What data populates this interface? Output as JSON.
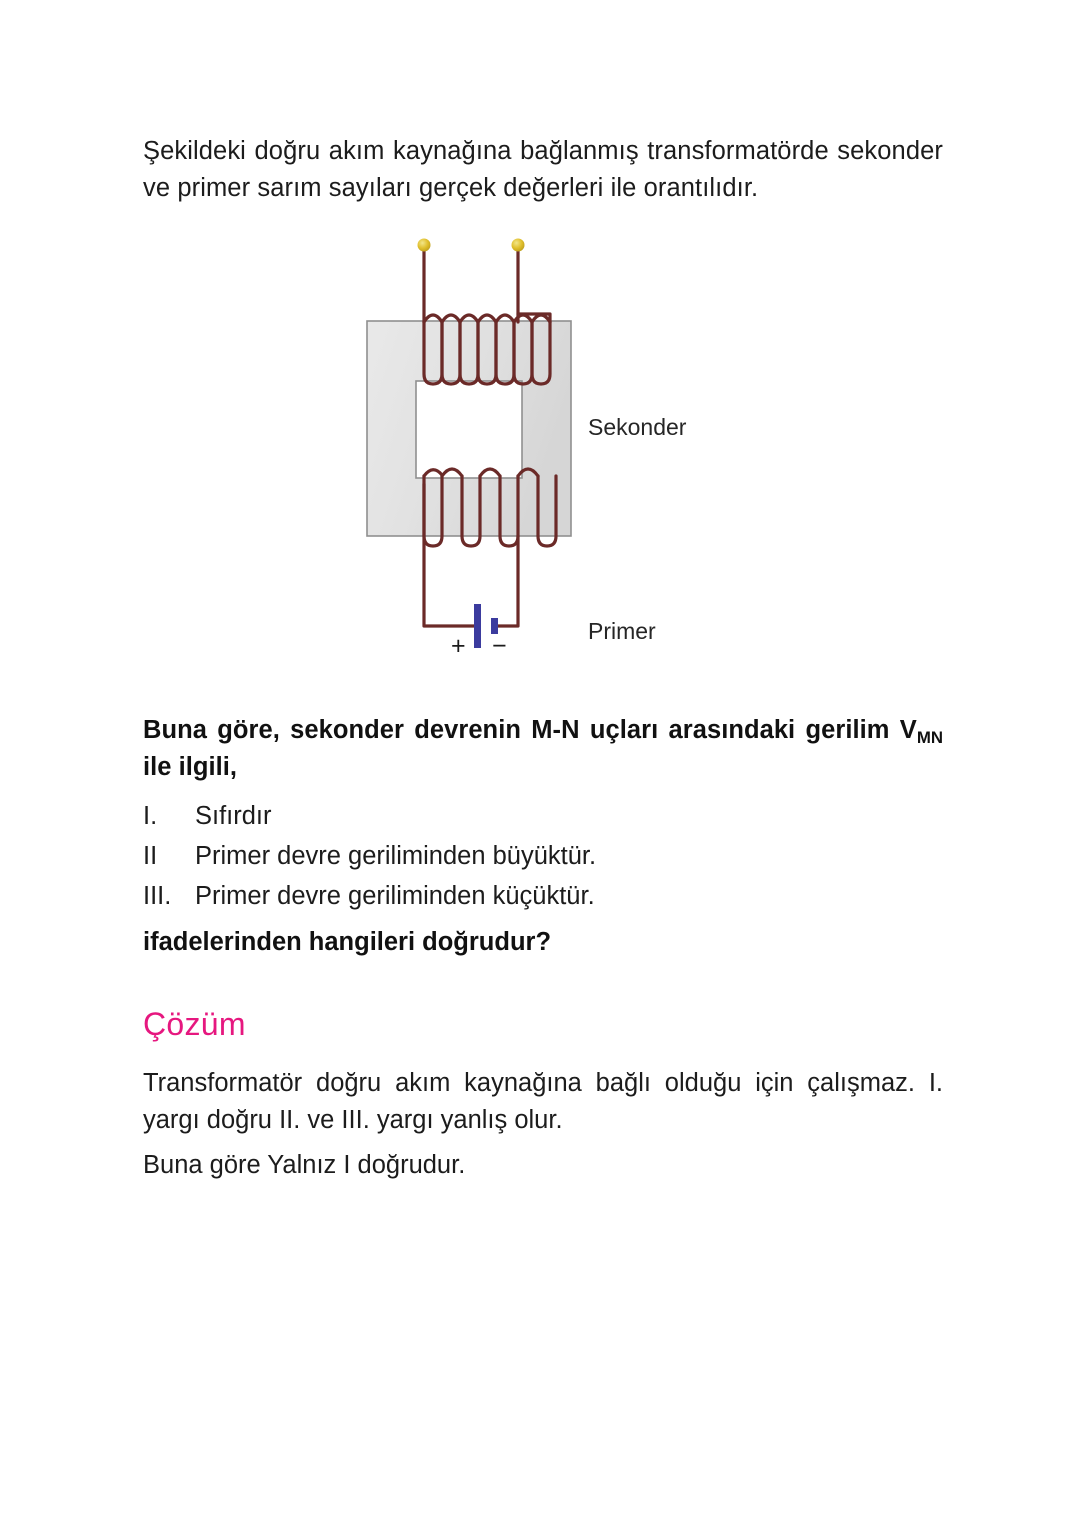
{
  "document": {
    "language": "tr",
    "intro_paragraph": "Şekildeki doğru akım kaynağına bağlanmış transformatörde sekonder ve primer sarım sayıları gerçek değerleri ile orantılıdır.",
    "question": {
      "lead_before_sub": "Buna göre, sekonder devrenin M-N uçları arasındaki gerilim V",
      "subscript": "MN",
      "lead_after_sub": " ile ilgili,",
      "options": [
        {
          "numeral": "I.",
          "text": "Sıfırdır"
        },
        {
          "numeral": "II",
          "text": "Primer devre geriliminden büyüktür."
        },
        {
          "numeral": "III.",
          "text": "Primer devre geriliminden küçüktür."
        }
      ],
      "prompt": "ifadelerinden hangileri doğrudur?"
    },
    "solution": {
      "heading": "Çözüm",
      "paragraph": "Transformatör doğru akım kaynağına bağlı olduğu için çalışmaz. I. yargı doğru II. ve III. yargı yanlış olur.",
      "conclusion": "Buna göre Yalnız I doğrudur."
    }
  },
  "figure": {
    "name": "transformer-dc-source-diagram",
    "labels": {
      "secondary": "Sekonder",
      "primary": "Primer"
    },
    "battery": {
      "positive_sign": "+",
      "negative_sign": "−"
    },
    "coil_turns": {
      "secondary": 7,
      "primary": 4
    },
    "colors": {
      "wire": "#6b2a28",
      "core_fill_light": "#ececec",
      "core_fill_dark": "#d9d9d9",
      "core_stroke": "#8a8a8a",
      "terminal_dot": "#e3c52e",
      "battery_plate": "#3b3b9e",
      "window_fill": "#ffffff"
    }
  },
  "theme": {
    "page_background": "#ffffff",
    "body_text_color": "#1c1c1c",
    "accent_color": "#e6177f"
  }
}
